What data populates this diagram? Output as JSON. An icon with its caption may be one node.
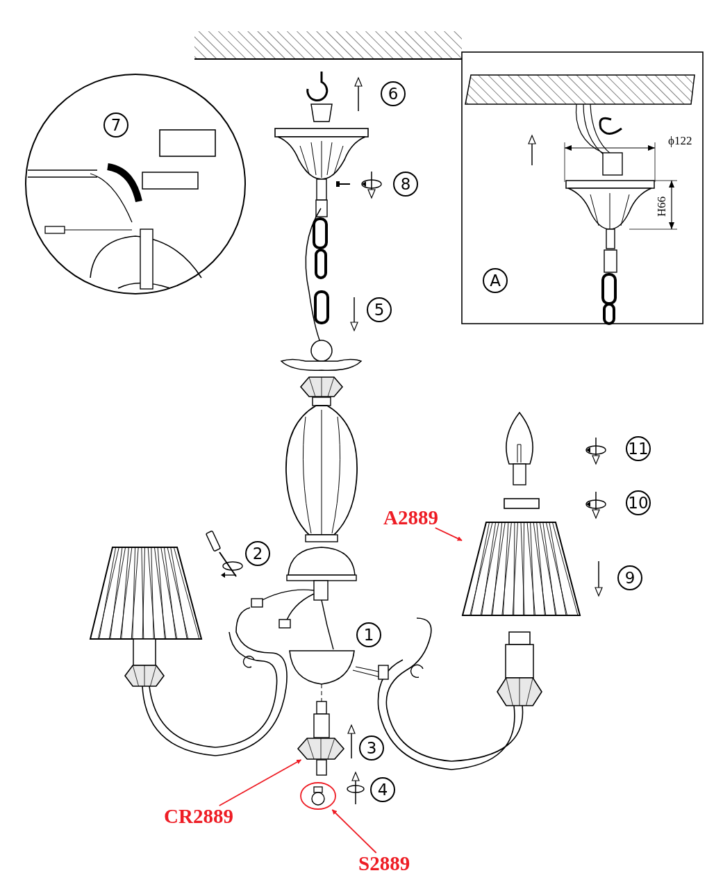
{
  "diagram": {
    "nodes": [
      {
        "text": [
          "A2889"
        ]
      },
      {
        "text": [],
        "shape": "picture"
      },
      {
        "text": [
          "CR2889"
        ]
      },
      {
        "text": [],
        "shape": "picture"
      },
      {
        "text": [
          "S2889"
        ]
      },
      {
        "text": [],
        "shape": "circle"
      }
    ],
    "edges": [
      {
        "from": 0,
        "to": 1,
        "arrow": "to",
        "color": "#ee1c24"
      },
      {
        "from": 2,
        "to": 3,
        "arrow": "to",
        "color": "#ee1c24"
      },
      {
        "from": 4,
        "to": 5,
        "arrow": "to",
        "color": "#ee1c24"
      }
    ],
    "labels": [
      "6",
      "7",
      "ϕ122",
      "8",
      "H66",
      "A",
      "5",
      "11",
      "10",
      "2",
      "9",
      "1",
      "3",
      "4"
    ]
  }
}
